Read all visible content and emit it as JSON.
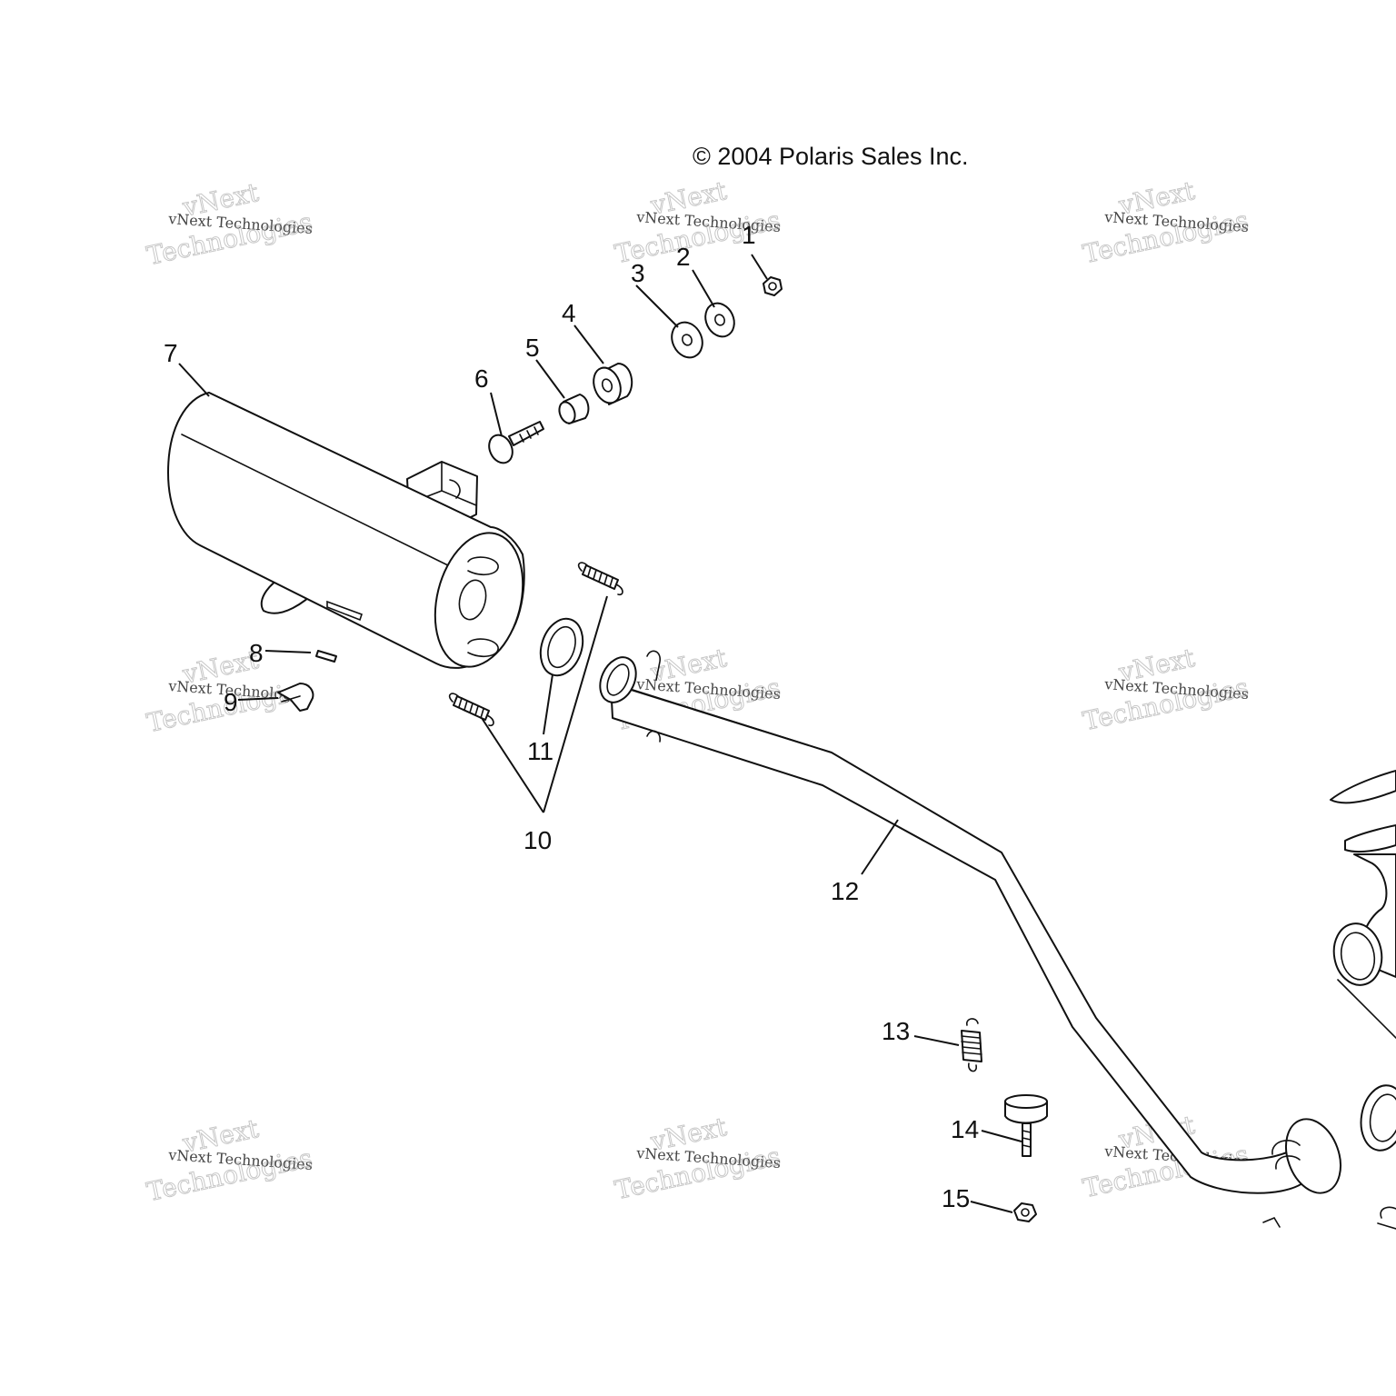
{
  "copyright": "© 2004 Polaris Sales Inc.",
  "watermark": {
    "line1": "vNext Technologies",
    "line2": "vNext",
    "line3": "Technologies"
  },
  "callouts": {
    "c1": "1",
    "c2": "2",
    "c3": "3",
    "c4": "4",
    "c5": "5",
    "c6": "6",
    "c7": "7",
    "c8": "8",
    "c9": "9",
    "c10": "10",
    "c11": "11",
    "c12": "12",
    "c13": "13",
    "c14": "14",
    "c15": "15"
  }
}
